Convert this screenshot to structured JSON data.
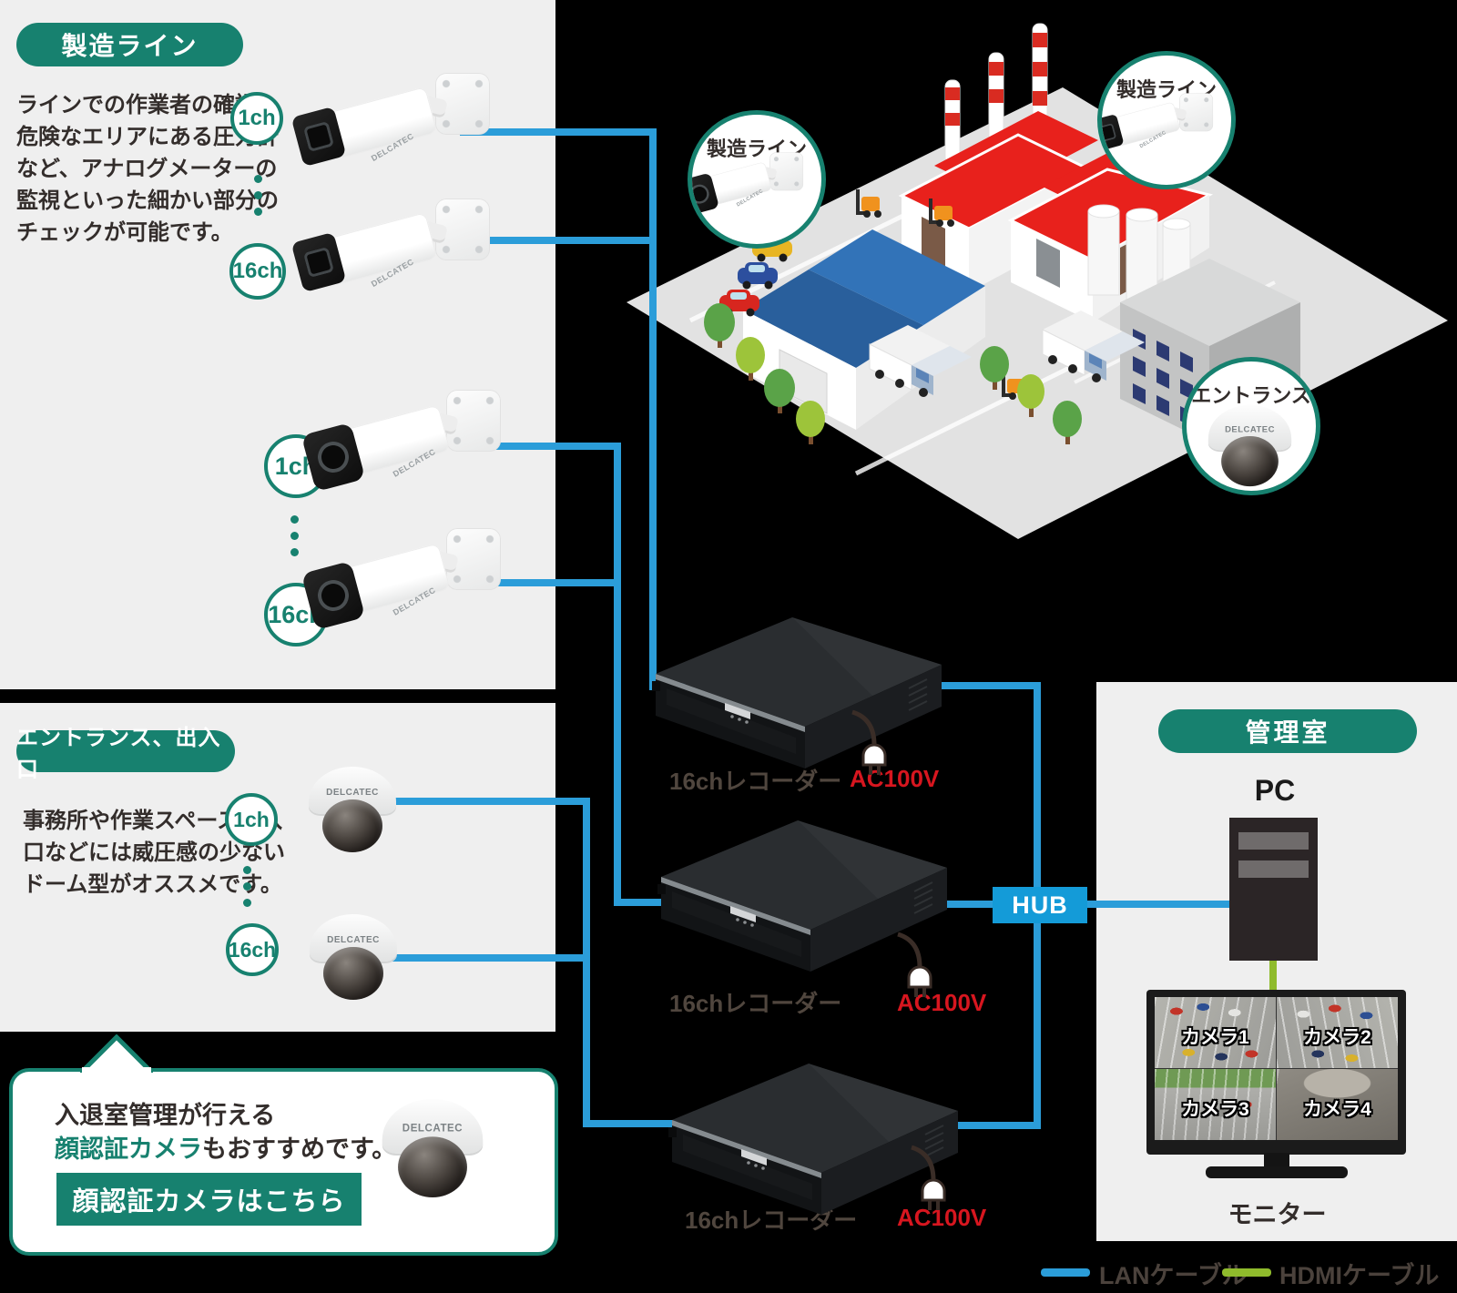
{
  "brand": "DELCATEC",
  "channels": {
    "ch1": "1ch",
    "ch16": "16ch"
  },
  "manufacturing": {
    "badge": "製造ライン",
    "description": [
      "ラインでの作業者の確認、",
      "危険なエリアにある圧力計",
      "など、アナログメーターの",
      "監視といった細かい部分の",
      "チェックが可能です。"
    ]
  },
  "entrance": {
    "badge": "エントランス、出入口",
    "description": [
      "事務所や作業スペース出入",
      "口などには威圧感の少ない",
      "ドーム型がオススメです。"
    ]
  },
  "face_card": {
    "line1": "入退室管理が行える",
    "line2_highlight": "顔認証カメラ",
    "line2_rest": "もおすすめです。",
    "button": "顔認証カメラはこちら"
  },
  "recorder": {
    "label": "16chレコーダー",
    "power": "AC100V"
  },
  "hub": {
    "label": "HUB"
  },
  "management": {
    "badge": "管理室",
    "pc_label": "PC",
    "monitor_label": "モニター",
    "camera_labels": [
      "カメラ1",
      "カメラ2",
      "カメラ3",
      "カメラ4"
    ]
  },
  "callouts": [
    {
      "label": "製造ライン"
    },
    {
      "label": "製造ライン"
    },
    {
      "label": "エントランス"
    }
  ],
  "legend": {
    "lan": "LANケーブル",
    "hdmi": "HDMIケーブル"
  },
  "colors": {
    "teal": "#17816F",
    "lan_blue": "#2B9DD9",
    "hub_blue": "#149BD8",
    "hdmi_green": "#8FBB2C",
    "ac_red": "#D7161F",
    "panel_gray": "#EFEFEF",
    "text_dark": "#332D2B"
  }
}
